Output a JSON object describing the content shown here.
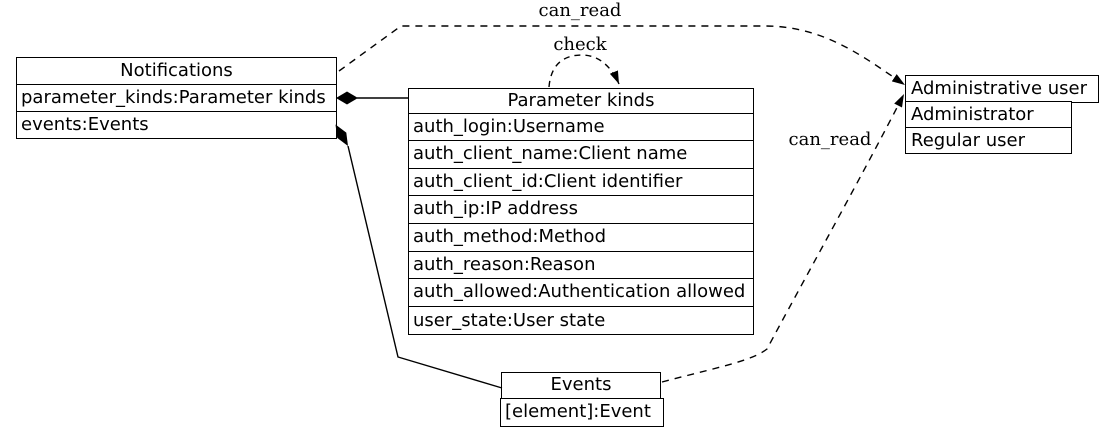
{
  "nodes": {
    "notifications": {
      "title": "Notifications",
      "fields": [
        "parameter_kinds:Parameter kinds",
        "events:Events"
      ]
    },
    "parameter_kinds": {
      "title": "Parameter kinds",
      "fields": [
        "auth_login:Username",
        "auth_client_name:Client name",
        "auth_client_id:Client identifier",
        "auth_ip:IP address",
        "auth_method:Method",
        "auth_reason:Reason",
        "auth_allowed:Authentication allowed",
        "user_state:User state"
      ]
    },
    "events": {
      "title": "Events",
      "fields": [
        "[element]:Event"
      ]
    },
    "user_types": {
      "items": [
        "Administrative user",
        "Administrator",
        "Regular user"
      ]
    }
  },
  "edge_labels": {
    "can_read_top": "can_read",
    "check": "check",
    "can_read_bottom": "can_read"
  },
  "colors": {
    "background": "#ffffff",
    "line": "#000000",
    "text": "#000000"
  }
}
